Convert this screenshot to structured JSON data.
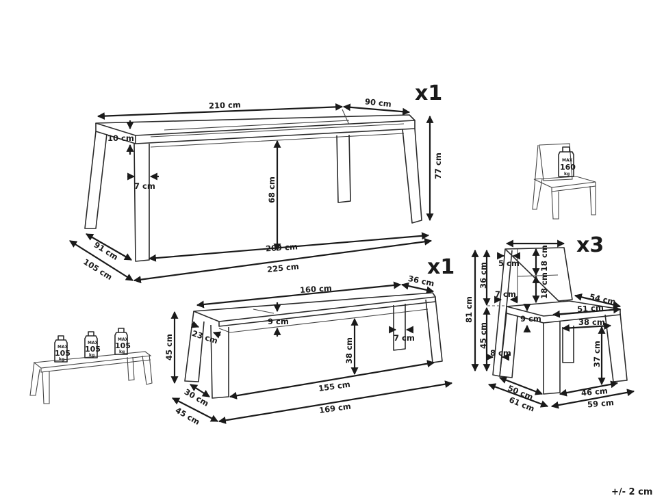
{
  "table": {
    "quantity": "x1",
    "length_top": "210 cm",
    "width_top": "90 cm",
    "top_thickness": "10 cm",
    "leg_width": "7 cm",
    "leg_clearance": "68 cm",
    "height": "77 cm",
    "inner_length": "209 cm",
    "total_length": "225 cm",
    "inner_width": "91 cm",
    "total_width": "105 cm"
  },
  "bench": {
    "quantity": "x1",
    "length_top": "160 cm",
    "width_top": "36 cm",
    "top_thickness": "9 cm",
    "leg_depth": "23 cm",
    "height": "45 cm",
    "leg_clearance": "38 cm",
    "leg_width": "7 cm",
    "inner_length": "155 cm",
    "inner_width": "30 cm",
    "total_length": "169 cm",
    "total_width": "45 cm",
    "max_load": {
      "max": "MAX",
      "value": "105",
      "unit": "kg"
    }
  },
  "chair": {
    "quantity": "x3",
    "backrest_post": "5 cm",
    "backrest_height": "36 cm",
    "slat_upper": "18 cm",
    "slat_lower": "18 cm",
    "leg_width": "7 cm",
    "total_height": "81 cm",
    "seat_depth_outer": "54 cm",
    "seat_width": "51 cm",
    "seat_thickness": "9 cm",
    "inner_width": "38 cm",
    "seat_height": "45 cm",
    "leg_depth": "8 cm",
    "leg_clearance": "37 cm",
    "inner_depth": "50 cm",
    "inner_front": "46 cm",
    "total_depth": "61 cm",
    "total_width": "59 cm",
    "max_load": {
      "max": "MAX",
      "value": "160",
      "unit": "kg"
    }
  },
  "tolerance": "+/- 2 cm"
}
